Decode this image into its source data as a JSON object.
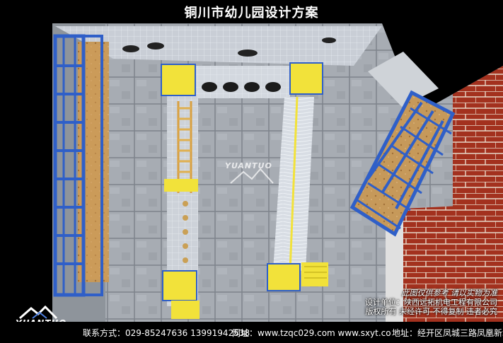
{
  "title": "铜川市幼儿园设计方案",
  "notes": {
    "line1": "此图仅供参考 请以实物为准",
    "line2": "设计单位：陕西远拓机电工程有限公司",
    "line3": "版权所有 未经许可 不得复制 违者必究"
  },
  "footer": {
    "contact": "联系方式：029-85247636 13991942538",
    "website": "网址：www.tzqc029.com www.sxyt.co",
    "address": "地址：经开区凤城三路凤凰新城"
  },
  "logo_text": "YUANTUO",
  "watermark_text": "YUANTUO",
  "colors": {
    "frame_blue": "#2f5fc8",
    "yellow": "#f2e23a",
    "brick": "#a8321f",
    "floor": "#9aa0a8",
    "wood": "#c79a5a"
  }
}
